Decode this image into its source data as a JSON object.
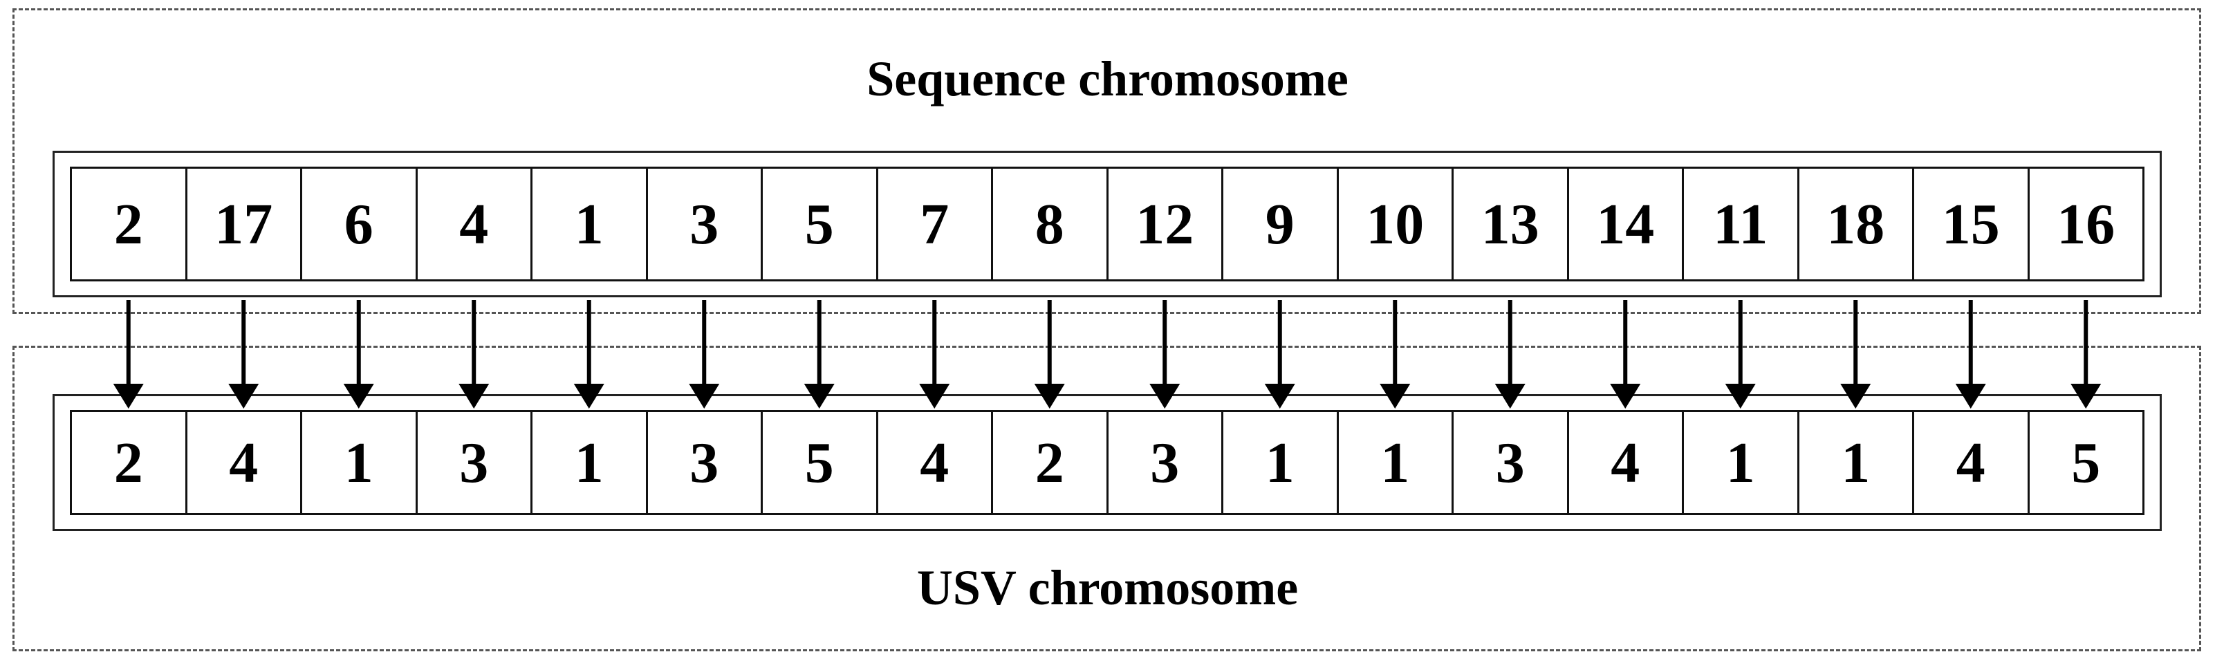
{
  "sequence_chromosome": {
    "title": "Sequence chromosome",
    "genes": [
      "2",
      "17",
      "6",
      "4",
      "1",
      "3",
      "5",
      "7",
      "8",
      "12",
      "9",
      "10",
      "13",
      "14",
      "11",
      "18",
      "15",
      "16"
    ]
  },
  "usv_chromosome": {
    "title": "USV chromosome",
    "genes": [
      "2",
      "4",
      "1",
      "3",
      "1",
      "3",
      "5",
      "4",
      "2",
      "3",
      "1",
      "1",
      "3",
      "4",
      "1",
      "1",
      "4",
      "5"
    ]
  }
}
